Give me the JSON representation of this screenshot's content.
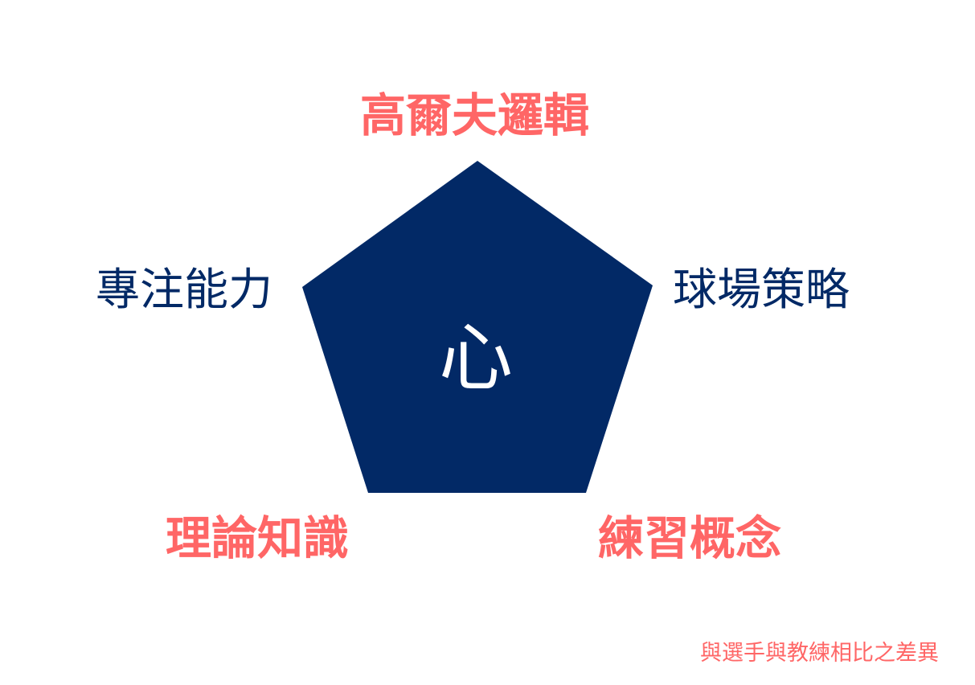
{
  "diagram": {
    "center": "心",
    "top": "高爾夫邏輯",
    "left": "專注能力",
    "right": "球場策略",
    "bottom_left": "理論知識",
    "bottom_right": "練習概念",
    "footnote": "與選手與教練相比之差異"
  },
  "colors": {
    "primary": "#022966",
    "accent": "#ff6666"
  }
}
